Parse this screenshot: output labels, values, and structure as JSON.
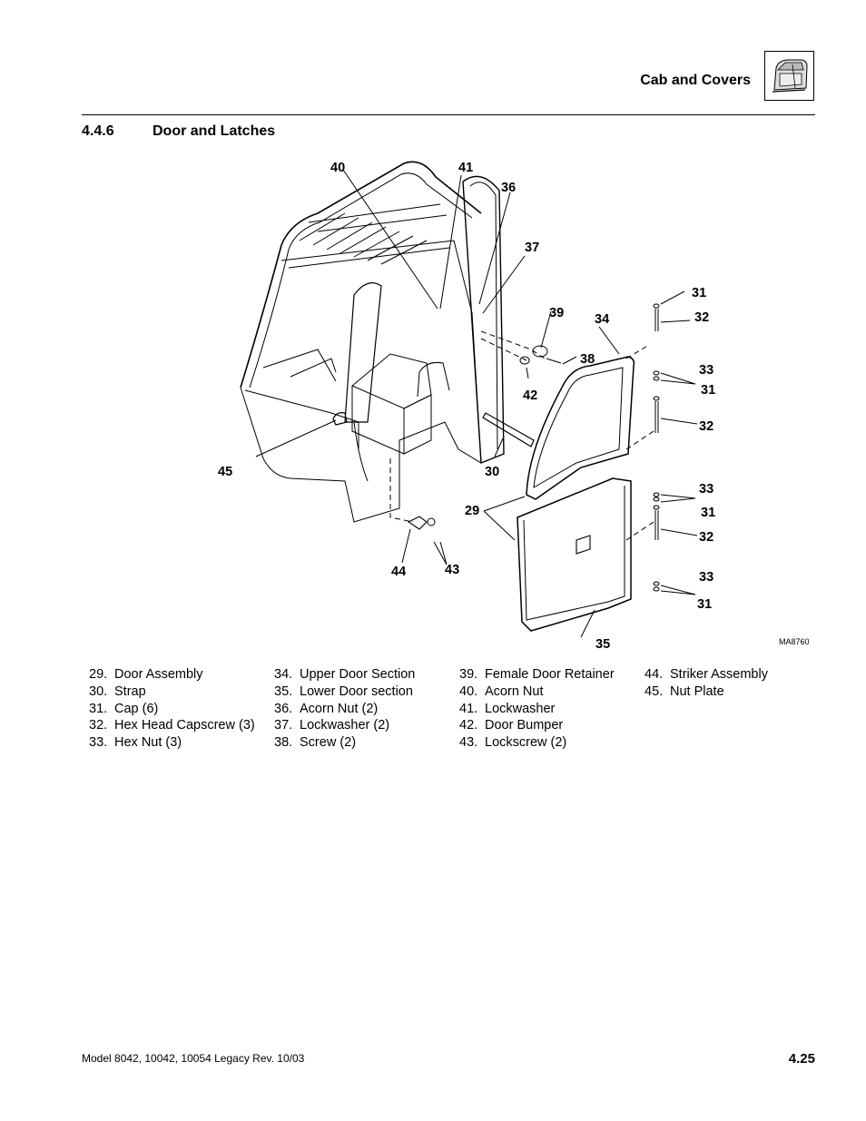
{
  "header": {
    "title": "Cab and Covers"
  },
  "section": {
    "number": "4.4.6",
    "title": "Door and Latches"
  },
  "figure": {
    "id": "MA8760",
    "callouts": [
      "40",
      "41",
      "36",
      "37",
      "39",
      "34",
      "31",
      "32",
      "38",
      "42",
      "33",
      "31",
      "32",
      "33",
      "31",
      "32",
      "30",
      "45",
      "29",
      "33",
      "31",
      "44",
      "43",
      "35"
    ]
  },
  "legend": [
    [
      {
        "num": "29.",
        "label": "Door Assembly"
      },
      {
        "num": "30.",
        "label": "Strap"
      },
      {
        "num": "31.",
        "label": "Cap (6)"
      },
      {
        "num": "32.",
        "label": "Hex Head Capscrew (3)"
      },
      {
        "num": "33.",
        "label": "Hex Nut (3)"
      }
    ],
    [
      {
        "num": "34.",
        "label": "Upper Door Section"
      },
      {
        "num": "35.",
        "label": "Lower Door section"
      },
      {
        "num": "36.",
        "label": "Acorn Nut (2)"
      },
      {
        "num": "37.",
        "label": "Lockwasher (2)"
      },
      {
        "num": "38.",
        "label": "Screw (2)"
      }
    ],
    [
      {
        "num": "39.",
        "label": "Female Door Retainer"
      },
      {
        "num": "40.",
        "label": "Acorn Nut"
      },
      {
        "num": "41.",
        "label": "Lockwasher"
      },
      {
        "num": "42.",
        "label": "Door Bumper"
      },
      {
        "num": "43.",
        "label": "Lockscrew (2)"
      }
    ],
    [
      {
        "num": "44.",
        "label": "Striker Assembly"
      },
      {
        "num": "45.",
        "label": "Nut Plate"
      }
    ]
  ],
  "footer": {
    "model": "Model  8042, 10042, 10054 Legacy    Rev.  10/03",
    "page": "4.25"
  }
}
